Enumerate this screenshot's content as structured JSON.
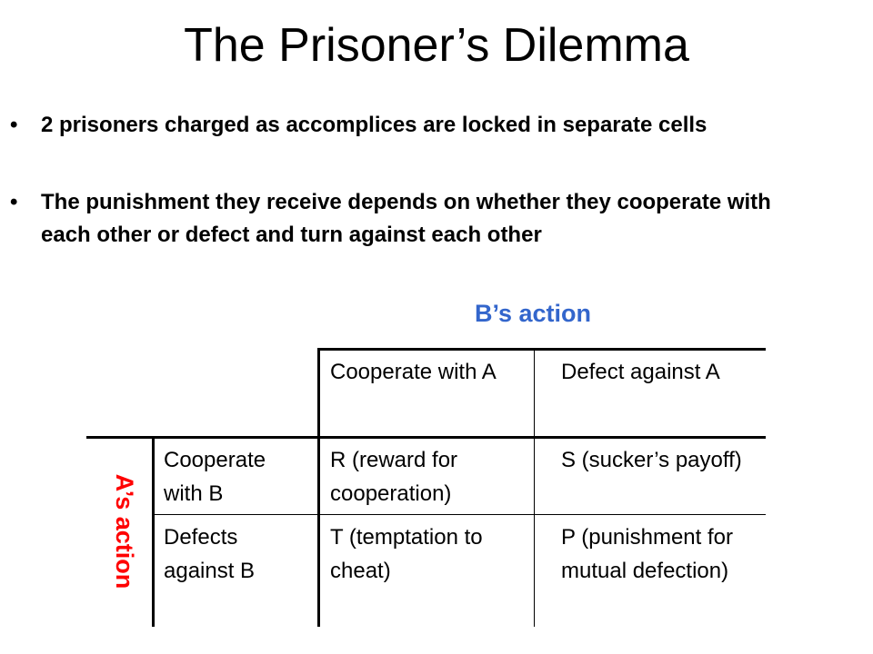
{
  "slide": {
    "title": "The Prisoner’s Dilemma",
    "bullets": [
      "2 prisoners charged as accomplices are locked in separate cells",
      "The punishment they receive depends on whether they cooperate with each other or defect and turn against each other"
    ],
    "bullet_symbol": "•"
  },
  "matrix": {
    "column_player_label": "B’s action",
    "row_player_label": "A’s action",
    "column_headers": [
      "Cooperate with A",
      "Defect against A"
    ],
    "row_headers": [
      "Cooperate with B",
      "Defects against B"
    ],
    "cells": [
      [
        "R (reward for cooperation)",
        "S (sucker’s payoff)"
      ],
      [
        "T (temptation to cheat)",
        "P (punishment for mutual defection)"
      ]
    ],
    "colors": {
      "column_player_label": "#3366cc",
      "row_player_label": "#ff0000",
      "lines": "#000000"
    }
  }
}
